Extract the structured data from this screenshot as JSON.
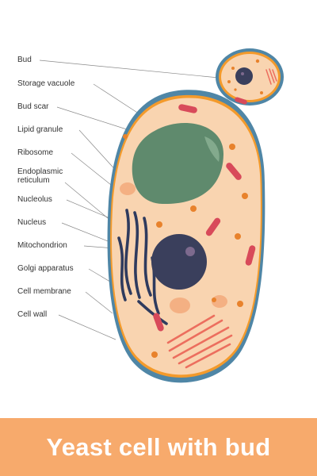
{
  "diagram": {
    "labels": [
      {
        "id": "bud",
        "text": "Bud"
      },
      {
        "id": "storage-vacuole",
        "text": "Storage vacuole"
      },
      {
        "id": "bud-scar",
        "text": "Bud scar"
      },
      {
        "id": "lipid-granule",
        "text": "Lipid granule"
      },
      {
        "id": "ribosome",
        "text": "Ribosome"
      },
      {
        "id": "endoplasmic-reticulum",
        "text": "Endoplasmic\nreticulum"
      },
      {
        "id": "nucleolus",
        "text": "Nucleolus"
      },
      {
        "id": "nucleus",
        "text": "Nucleus"
      },
      {
        "id": "mitochondrion",
        "text": "Mitochondrion"
      },
      {
        "id": "golgi-apparatus",
        "text": "Golgi apparatus"
      },
      {
        "id": "cell-membrane",
        "text": "Cell membrane"
      },
      {
        "id": "cell-wall",
        "text": "Cell wall"
      }
    ]
  },
  "footer": {
    "title": "Yeast cell with bud",
    "background": "#f7aa6c"
  },
  "colors": {
    "cell_wall": "#4f86a6",
    "cell_membrane": "#f39a2b",
    "cytoplasm": "#f9d4b0",
    "vacuole": "#5f8a6d",
    "nucleus": "#3a3f5c",
    "er": "#2f3b5e",
    "mitochondria": "#d84a5a",
    "golgi": "#ec6e5e",
    "granule": "#e8822c"
  }
}
